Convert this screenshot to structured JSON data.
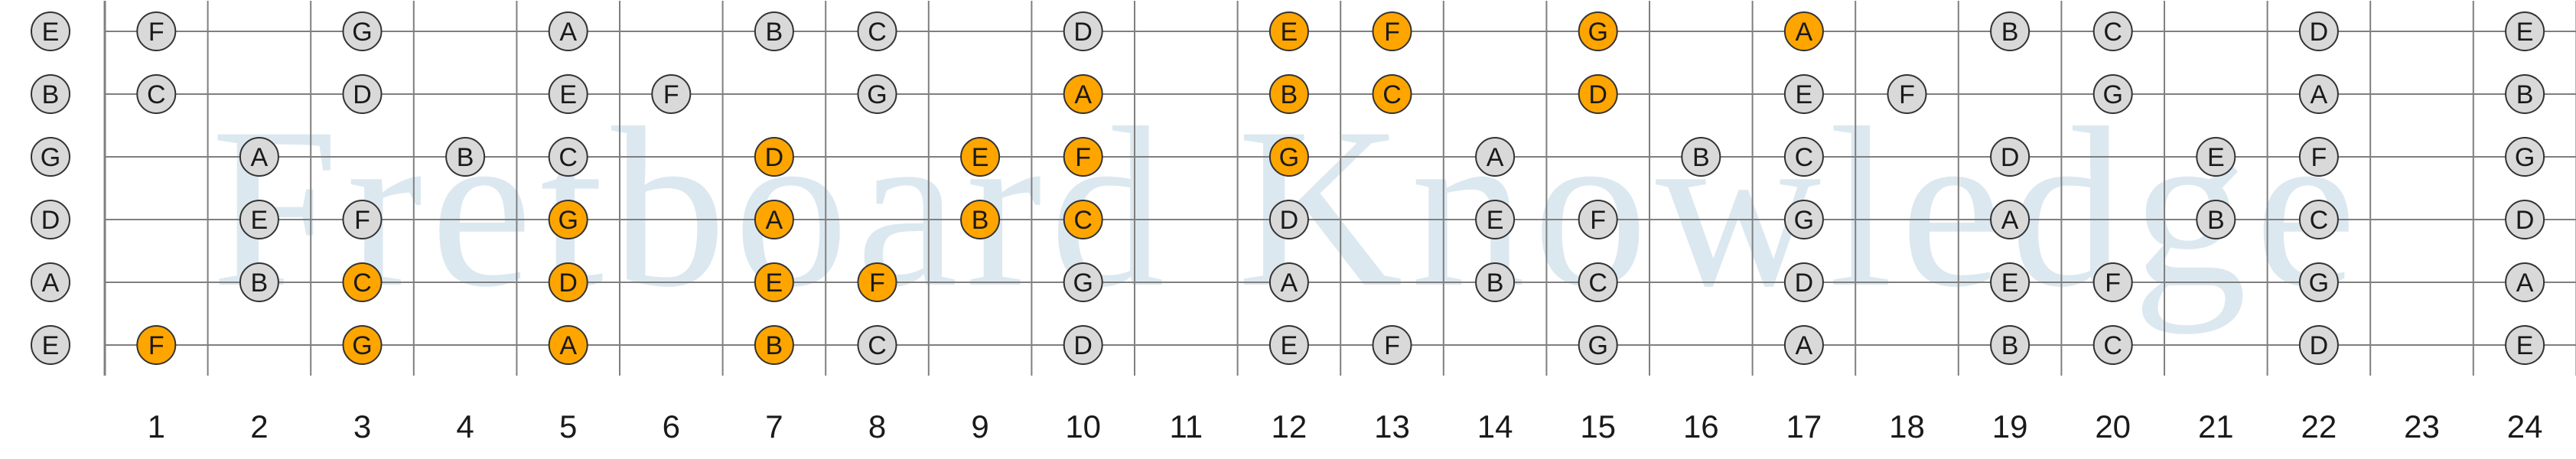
{
  "watermark": "Fretboard Knowledge",
  "colors": {
    "background": "#ffffff",
    "line": "#7f7f7f",
    "note_fill": "#d9d9d9",
    "highlight_fill": "#ffa500",
    "note_stroke": "#333333",
    "text": "#1a1a1a",
    "watermark": "#dce8f0"
  },
  "strings": [
    "E",
    "B",
    "G",
    "D",
    "A",
    "E"
  ],
  "fret_numbers": [
    "1",
    "2",
    "3",
    "4",
    "5",
    "6",
    "7",
    "8",
    "9",
    "10",
    "11",
    "12",
    "13",
    "14",
    "15",
    "16",
    "17",
    "18",
    "19",
    "20",
    "21",
    "22",
    "23",
    "24"
  ],
  "highlighted_notes": [
    "C",
    "D",
    "E",
    "F",
    "G",
    "A",
    "B"
  ],
  "rows": [
    {
      "string": "E",
      "open": "E",
      "notes": [
        {
          "fret": 1,
          "note": "F",
          "highlight": false
        },
        {
          "fret": 3,
          "note": "G",
          "highlight": false
        },
        {
          "fret": 5,
          "note": "A",
          "highlight": false
        },
        {
          "fret": 7,
          "note": "B",
          "highlight": false
        },
        {
          "fret": 8,
          "note": "C",
          "highlight": false
        },
        {
          "fret": 10,
          "note": "D",
          "highlight": false
        },
        {
          "fret": 12,
          "note": "E",
          "highlight": true
        },
        {
          "fret": 13,
          "note": "F",
          "highlight": true
        },
        {
          "fret": 15,
          "note": "G",
          "highlight": true
        },
        {
          "fret": 17,
          "note": "A",
          "highlight": true
        },
        {
          "fret": 19,
          "note": "B",
          "highlight": false
        },
        {
          "fret": 20,
          "note": "C",
          "highlight": false
        },
        {
          "fret": 22,
          "note": "D",
          "highlight": false
        },
        {
          "fret": 24,
          "note": "E",
          "highlight": false
        }
      ]
    },
    {
      "string": "B",
      "open": "B",
      "notes": [
        {
          "fret": 1,
          "note": "C",
          "highlight": false
        },
        {
          "fret": 3,
          "note": "D",
          "highlight": false
        },
        {
          "fret": 5,
          "note": "E",
          "highlight": false
        },
        {
          "fret": 6,
          "note": "F",
          "highlight": false
        },
        {
          "fret": 8,
          "note": "G",
          "highlight": false
        },
        {
          "fret": 10,
          "note": "A",
          "highlight": true
        },
        {
          "fret": 12,
          "note": "B",
          "highlight": true
        },
        {
          "fret": 13,
          "note": "C",
          "highlight": true
        },
        {
          "fret": 15,
          "note": "D",
          "highlight": true
        },
        {
          "fret": 17,
          "note": "E",
          "highlight": false
        },
        {
          "fret": 18,
          "note": "F",
          "highlight": false
        },
        {
          "fret": 20,
          "note": "G",
          "highlight": false
        },
        {
          "fret": 22,
          "note": "A",
          "highlight": false
        },
        {
          "fret": 24,
          "note": "B",
          "highlight": false
        }
      ]
    },
    {
      "string": "G",
      "open": "G",
      "notes": [
        {
          "fret": 2,
          "note": "A",
          "highlight": false
        },
        {
          "fret": 4,
          "note": "B",
          "highlight": false
        },
        {
          "fret": 5,
          "note": "C",
          "highlight": false
        },
        {
          "fret": 7,
          "note": "D",
          "highlight": true
        },
        {
          "fret": 9,
          "note": "E",
          "highlight": true
        },
        {
          "fret": 10,
          "note": "F",
          "highlight": true
        },
        {
          "fret": 12,
          "note": "G",
          "highlight": true
        },
        {
          "fret": 14,
          "note": "A",
          "highlight": false
        },
        {
          "fret": 16,
          "note": "B",
          "highlight": false
        },
        {
          "fret": 17,
          "note": "C",
          "highlight": false
        },
        {
          "fret": 19,
          "note": "D",
          "highlight": false
        },
        {
          "fret": 21,
          "note": "E",
          "highlight": false
        },
        {
          "fret": 22,
          "note": "F",
          "highlight": false
        },
        {
          "fret": 24,
          "note": "G",
          "highlight": false
        }
      ]
    },
    {
      "string": "D",
      "open": "D",
      "notes": [
        {
          "fret": 2,
          "note": "E",
          "highlight": false
        },
        {
          "fret": 3,
          "note": "F",
          "highlight": false
        },
        {
          "fret": 5,
          "note": "G",
          "highlight": true
        },
        {
          "fret": 7,
          "note": "A",
          "highlight": true
        },
        {
          "fret": 9,
          "note": "B",
          "highlight": true
        },
        {
          "fret": 10,
          "note": "C",
          "highlight": true
        },
        {
          "fret": 12,
          "note": "D",
          "highlight": false
        },
        {
          "fret": 14,
          "note": "E",
          "highlight": false
        },
        {
          "fret": 15,
          "note": "F",
          "highlight": false
        },
        {
          "fret": 17,
          "note": "G",
          "highlight": false
        },
        {
          "fret": 19,
          "note": "A",
          "highlight": false
        },
        {
          "fret": 21,
          "note": "B",
          "highlight": false
        },
        {
          "fret": 22,
          "note": "C",
          "highlight": false
        },
        {
          "fret": 24,
          "note": "D",
          "highlight": false
        }
      ]
    },
    {
      "string": "A",
      "open": "A",
      "notes": [
        {
          "fret": 2,
          "note": "B",
          "highlight": false
        },
        {
          "fret": 3,
          "note": "C",
          "highlight": true
        },
        {
          "fret": 5,
          "note": "D",
          "highlight": true
        },
        {
          "fret": 7,
          "note": "E",
          "highlight": true
        },
        {
          "fret": 8,
          "note": "F",
          "highlight": true
        },
        {
          "fret": 10,
          "note": "G",
          "highlight": false
        },
        {
          "fret": 12,
          "note": "A",
          "highlight": false
        },
        {
          "fret": 14,
          "note": "B",
          "highlight": false
        },
        {
          "fret": 15,
          "note": "C",
          "highlight": false
        },
        {
          "fret": 17,
          "note": "D",
          "highlight": false
        },
        {
          "fret": 19,
          "note": "E",
          "highlight": false
        },
        {
          "fret": 20,
          "note": "F",
          "highlight": false
        },
        {
          "fret": 22,
          "note": "G",
          "highlight": false
        },
        {
          "fret": 24,
          "note": "A",
          "highlight": false
        }
      ]
    },
    {
      "string": "E",
      "open": "E",
      "notes": [
        {
          "fret": 1,
          "note": "F",
          "highlight": true
        },
        {
          "fret": 3,
          "note": "G",
          "highlight": true
        },
        {
          "fret": 5,
          "note": "A",
          "highlight": true
        },
        {
          "fret": 7,
          "note": "B",
          "highlight": true
        },
        {
          "fret": 8,
          "note": "C",
          "highlight": false
        },
        {
          "fret": 10,
          "note": "D",
          "highlight": false
        },
        {
          "fret": 12,
          "note": "E",
          "highlight": false
        },
        {
          "fret": 13,
          "note": "F",
          "highlight": false
        },
        {
          "fret": 15,
          "note": "G",
          "highlight": false
        },
        {
          "fret": 17,
          "note": "A",
          "highlight": false
        },
        {
          "fret": 19,
          "note": "B",
          "highlight": false
        },
        {
          "fret": 20,
          "note": "C",
          "highlight": false
        },
        {
          "fret": 22,
          "note": "D",
          "highlight": false
        },
        {
          "fret": 24,
          "note": "E",
          "highlight": false
        }
      ]
    }
  ]
}
